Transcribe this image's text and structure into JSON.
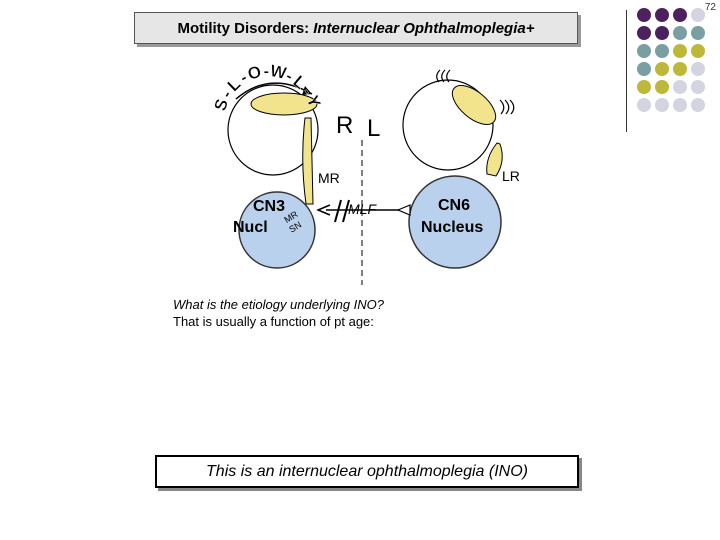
{
  "slide_number": "72",
  "title": {
    "main": "Motility Disorders:",
    "emphasis": "Internuclear Ophthalmoplegia+"
  },
  "slow_letters": [
    "S",
    "-",
    "L",
    "-",
    "O",
    "-",
    "W",
    "-",
    "L",
    "-",
    "Y"
  ],
  "sides": {
    "right": "R",
    "left": "L"
  },
  "muscles": {
    "medial_rectus": "MR",
    "lateral_rectus": "LR"
  },
  "nuclei": {
    "cn3_line1": "CN3",
    "cn3_line2": "Nucl",
    "cn3_sub1": "MR",
    "cn3_sub2": "SN",
    "cn6_line1": "CN6",
    "cn6_line2": "Nucleus"
  },
  "pathway_label": "MLF",
  "question": {
    "line1": "What is the etiology underlying INO?",
    "line2": "That is usually a function of pt age:"
  },
  "answer": "This is an internuclear ophthalmoplegia (INO)",
  "colors": {
    "purple": "#4d2160",
    "teal": "#7a9fa3",
    "olive": "#bdb83a",
    "lavender": "#d4d4e1",
    "nucleus_fill": "#b9d1ec",
    "muscle_fill": "#f2e38d"
  },
  "decor_dots": [
    [
      "purple",
      "purple",
      "purple",
      "lavender"
    ],
    [
      "purple",
      "purple",
      "teal",
      "teal"
    ],
    [
      "teal",
      "teal",
      "olive",
      "olive"
    ],
    [
      "teal",
      "olive",
      "olive",
      "lavender"
    ],
    [
      "olive",
      "olive",
      "lavender",
      "lavender"
    ],
    [
      "lavender",
      "lavender",
      "lavender",
      "lavender"
    ]
  ]
}
